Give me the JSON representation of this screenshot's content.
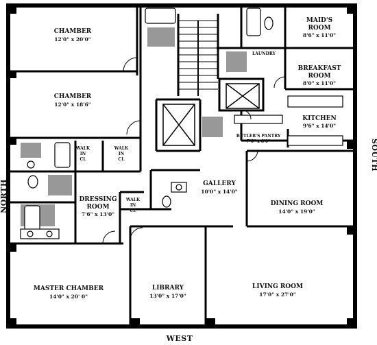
{
  "compass": {
    "north": "NORTH",
    "south": "SOUTH",
    "west": "WEST"
  },
  "rooms": {
    "chamber_1": {
      "name": "CHAMBER",
      "size": "12'0\" x 20'0\""
    },
    "chamber_2": {
      "name": "CHAMBER",
      "size": "12'0\" x 18'6\""
    },
    "maids_room": {
      "name": "MAID'S",
      "name2": "ROOM",
      "size": "8'6\" x 11'0\""
    },
    "laundry": {
      "name": "LAUNDRY"
    },
    "breakfast_room": {
      "name": "BREAKFAST",
      "name2": "ROOM",
      "size": "8'0\" x 11'0\""
    },
    "kitchen": {
      "name": "KITCHEN",
      "size": "9'6\" x 14'0\""
    },
    "butlers_pantry": {
      "name": "BUTLER'S PANTRY",
      "size": "7'6\" x 8'0\""
    },
    "walk_in_closet_1": {
      "name": "WALK",
      "line2": "IN",
      "line3": "CL"
    },
    "walk_in_closet_2": {
      "name": "WALK",
      "line2": "IN",
      "line3": "CL"
    },
    "walk_in_closet_3": {
      "name": "WALK",
      "line2": "IN",
      "line3": "CL"
    },
    "gallery": {
      "name": "GALLERY",
      "size": "10'0\" x 14'0\""
    },
    "dressing_room": {
      "name": "DRESSING",
      "name2": "ROOM",
      "size": "7'6\" x 13'0\""
    },
    "dining_room": {
      "name": "DINING ROOM",
      "size": "14'0\" x 19'0\""
    },
    "master_chamber": {
      "name": "MASTER CHAMBER",
      "size": "14'0\" x 20' 0\""
    },
    "library": {
      "name": "LIBRARY",
      "size": "13'0\" x 17'0\""
    },
    "living_room": {
      "name": "LIVING ROOM",
      "size": "17'0\" x 27'0\""
    }
  }
}
